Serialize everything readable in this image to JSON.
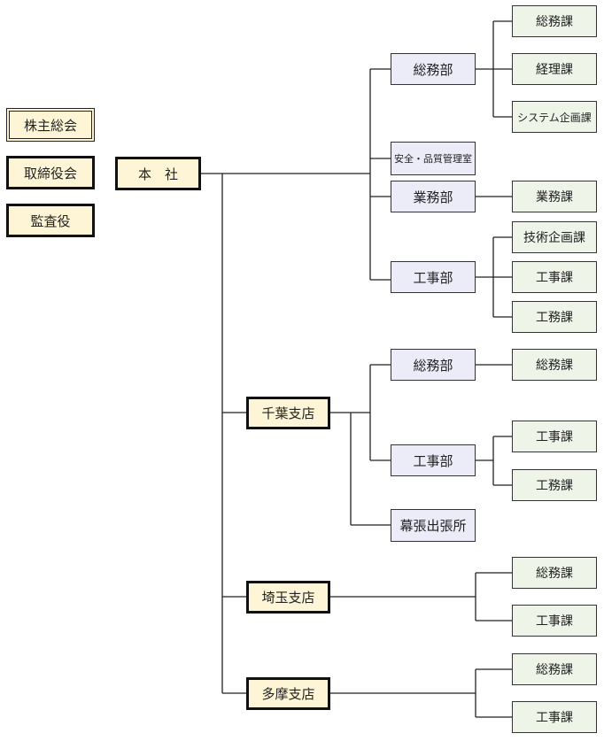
{
  "officers": {
    "shareholders": "株主総会",
    "directors": "取締役会",
    "auditor": "監査役"
  },
  "hq": {
    "label": "本　社",
    "general_affairs": {
      "label": "総務部",
      "sections": [
        "総務課",
        "経理課",
        "システム企画課"
      ]
    },
    "safety_quality": "安全・品質管理室",
    "business": {
      "label": "業務部",
      "sections": [
        "業務課"
      ]
    },
    "construction": {
      "label": "工事部",
      "sections": [
        "技術企画課",
        "工事課",
        "工務課"
      ]
    }
  },
  "chiba": {
    "label": "千葉支店",
    "general_affairs": {
      "label": "総務部",
      "sections": [
        "総務課"
      ]
    },
    "construction": {
      "label": "工事部",
      "sections": [
        "工事課",
        "工務課"
      ]
    },
    "office": "幕張出張所"
  },
  "saitama": {
    "label": "埼玉支店",
    "sections": [
      "総務課",
      "工事課"
    ]
  },
  "tama": {
    "label": "多摩支店",
    "sections": [
      "総務課",
      "工事課"
    ]
  }
}
